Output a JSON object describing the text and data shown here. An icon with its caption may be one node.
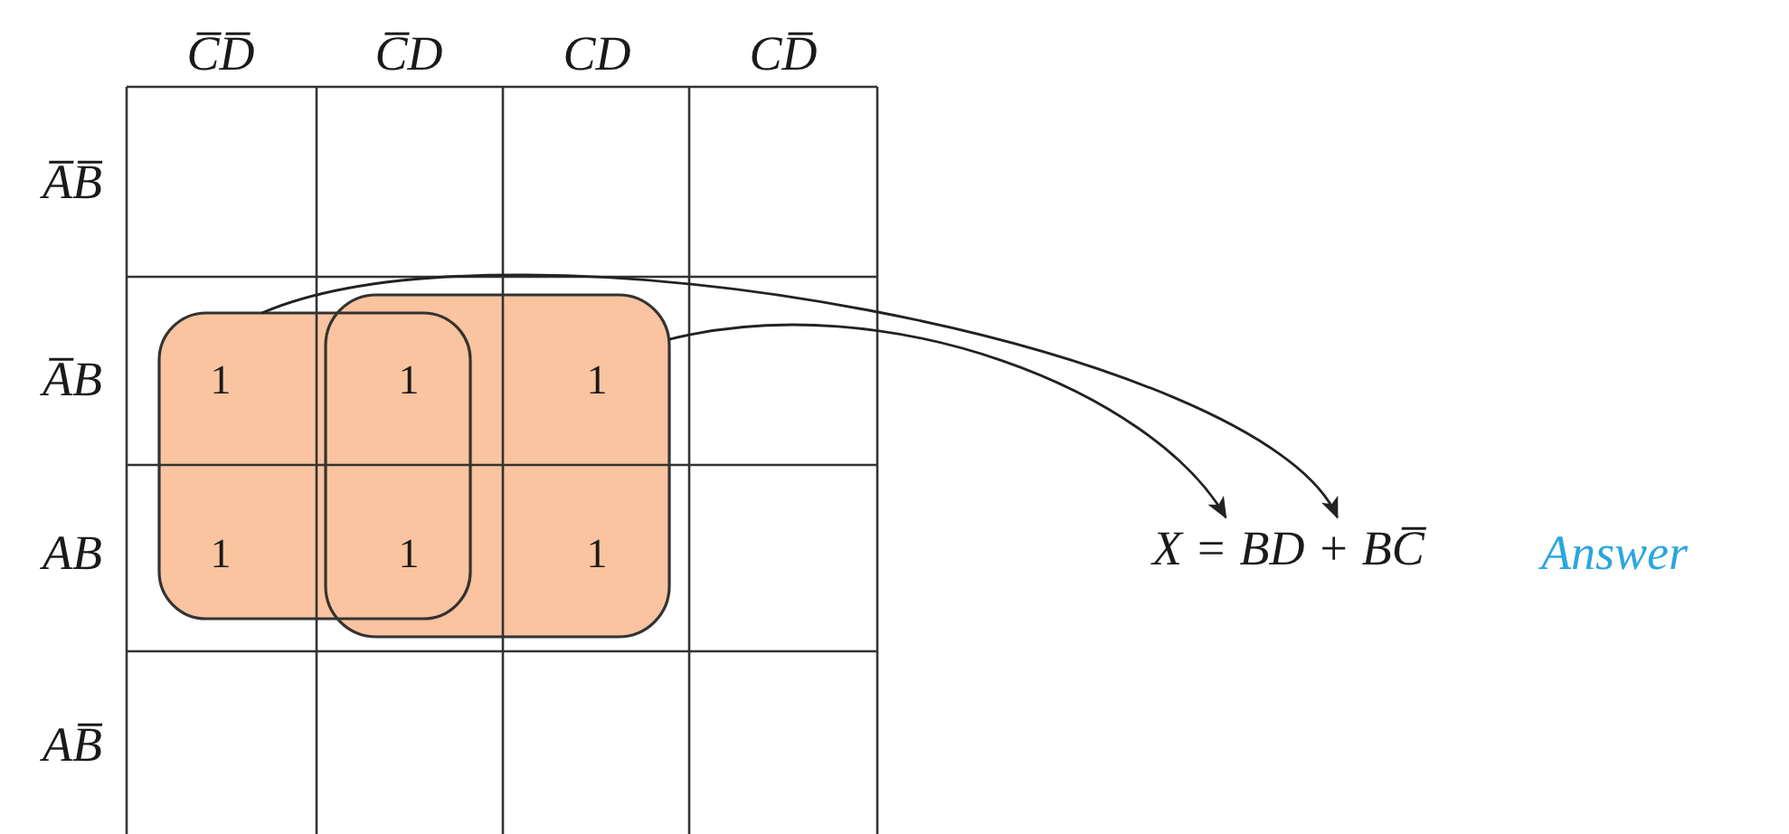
{
  "diagram": {
    "nodes": [
      {
        "text": [],
        "shape": "box"
      },
      {
        "text": [],
        "shape": "box"
      },
      {
        "text": [
          "X = BD + BC̅"
        ]
      }
    ],
    "edges": [
      {
        "from": 0,
        "to": 2,
        "arrow": "to"
      },
      {
        "from": 1,
        "to": 2,
        "arrow": "to"
      }
    ],
    "labels": [
      "C̅D̅",
      "C̅D",
      "CD",
      "CD̅",
      "A̅B̅",
      "A̅B",
      "AB",
      "AB̅",
      "1",
      "1",
      "1",
      "1",
      "1",
      "1",
      "Answer"
    ]
  }
}
